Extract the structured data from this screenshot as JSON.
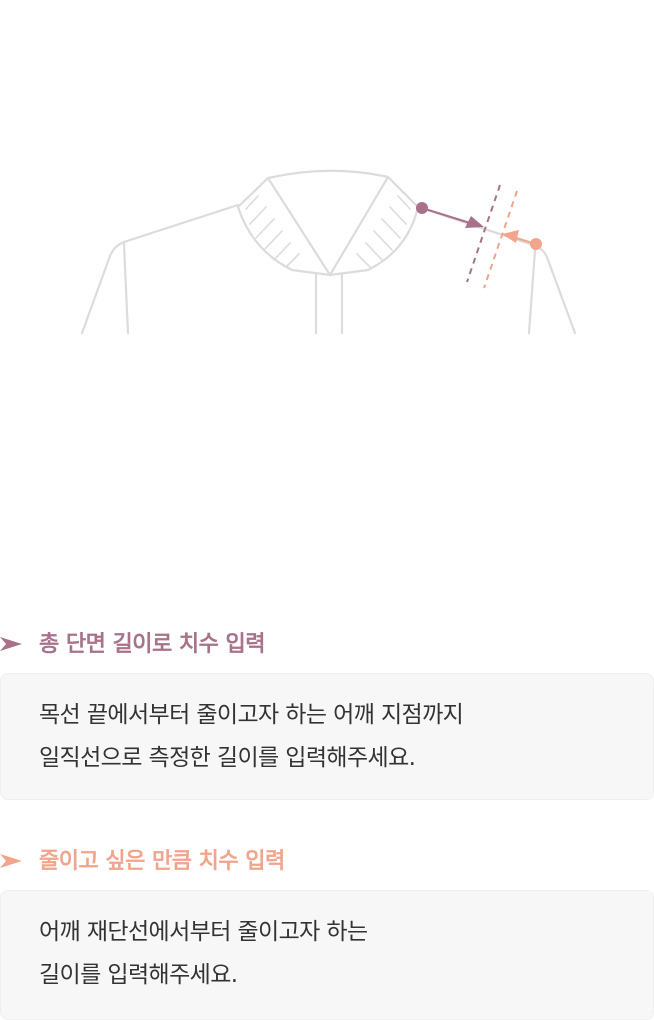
{
  "colors": {
    "plum": "#a8728a",
    "salmon": "#f1a58d",
    "outline": "#dcdcdc",
    "body_text": "#333333",
    "box_bg": "#f7f7f7"
  },
  "icons": {
    "heading_arrow": "arrowhead-right-icon"
  },
  "section1": {
    "title": "총 단면 길이로 치수 입력",
    "line1": "목선 끝에서부터 줄이고자 하는 어깨 지점까지",
    "line2": "일직선으로 측정한 길이를 입력해주세요."
  },
  "section2": {
    "title": "줄이고 싶은 만큼 치수 입력",
    "line1": "어깨 재단선에서부터 줄이고자 하는",
    "line2": "길이를 입력해주세요."
  }
}
